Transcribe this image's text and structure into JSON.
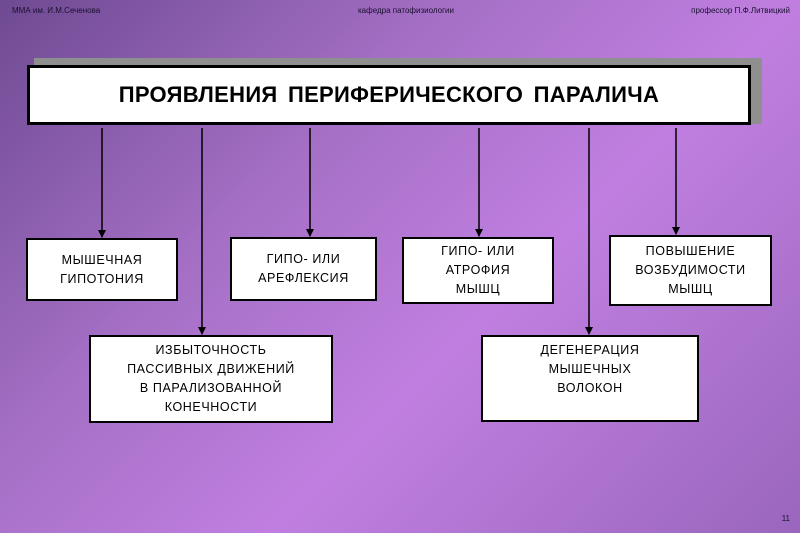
{
  "header": {
    "left": "ММА им. И.М.Сеченова",
    "center": "кафедра патофизиологии",
    "right": "профессор П.Ф.Литвицкий"
  },
  "title": "ПРОЯВЛЕНИЯ ПЕРИФЕРИЧЕСКОГО ПАРАЛИЧА",
  "boxes": {
    "muscle_hypotonia": "МЫШЕЧНАЯ\nГИПОТОНИЯ",
    "hypo_areflexia": "ГИПО- ИЛИ\nАРЕФЛЕКСИЯ",
    "hypo_atrophy": "ГИПО- ИЛИ\nАТРОФИЯ\nМЫШЦ",
    "increased_excitability": "ПОВЫШЕНИЕ\nВОЗБУДИМОСТИ\nМЫШЦ",
    "excess_passive_movements": "ИЗБЫТОЧНОСТЬ\nПАССИВНЫХ ДВИЖЕНИЙ\nВ ПАРАЛИЗОВАННОЙ\nКОНЕЧНОСТИ",
    "fiber_degeneration": "ДЕГЕНЕРАЦИЯ\nМЫШЕЧНЫХ\nВОЛОКОН"
  },
  "slide_number": "11"
}
